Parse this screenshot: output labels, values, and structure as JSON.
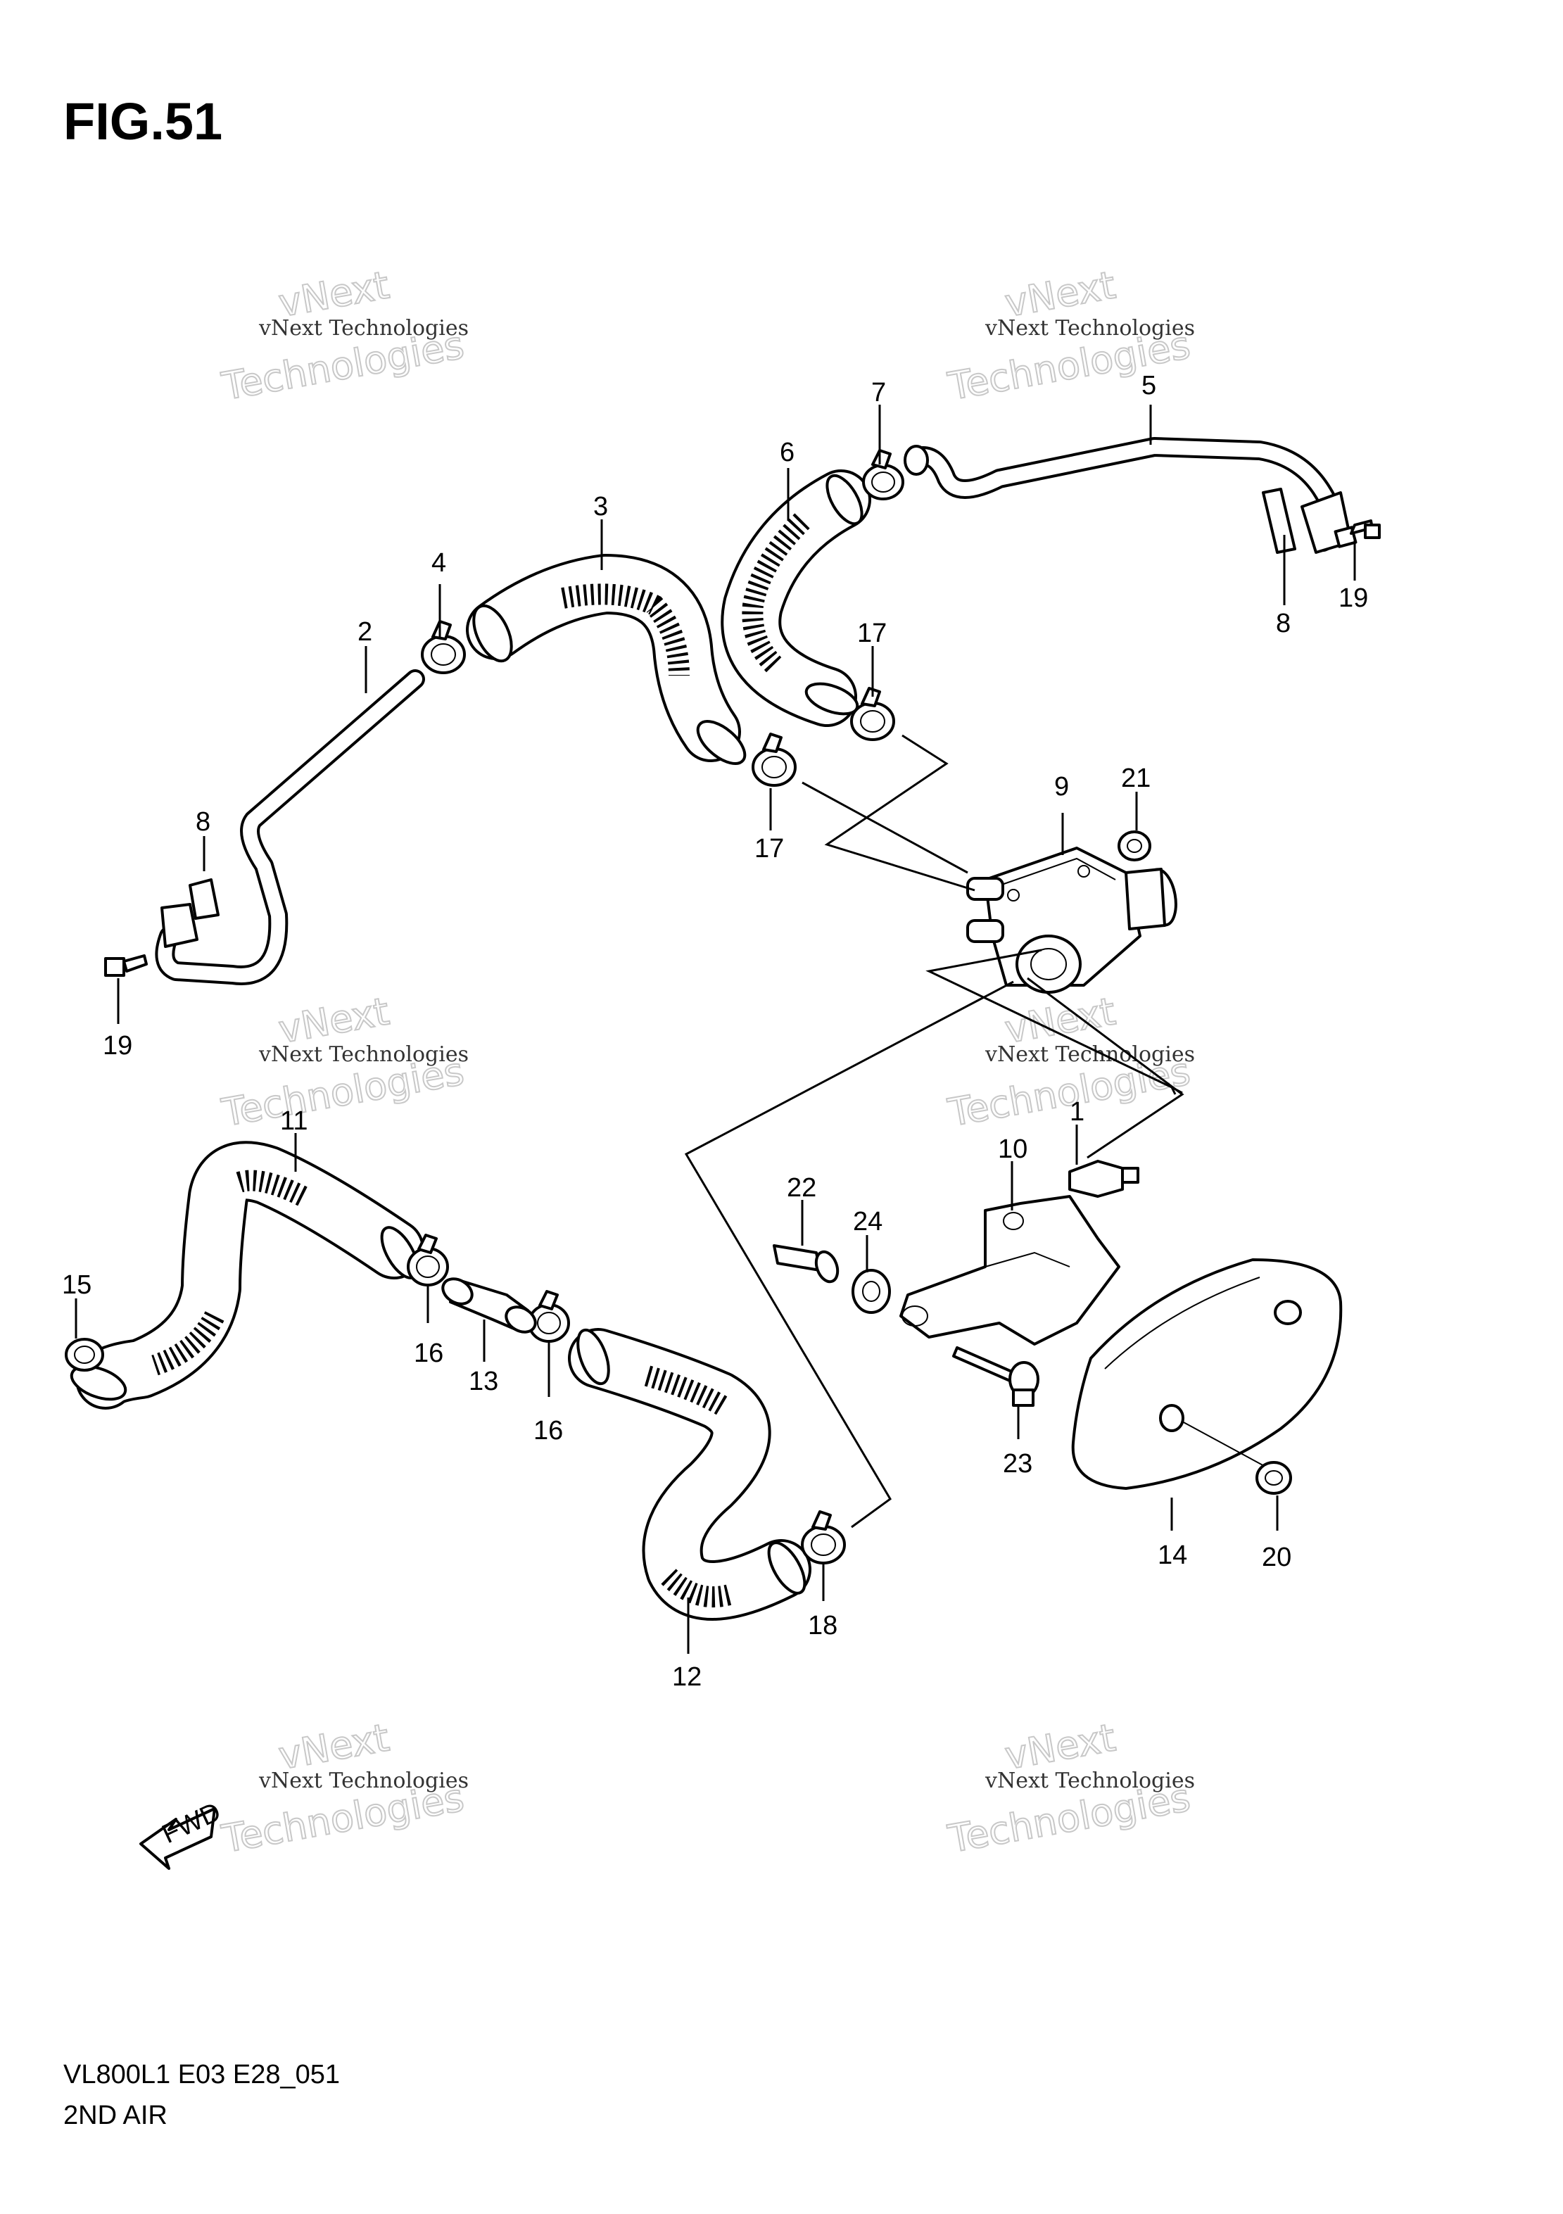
{
  "figure": {
    "title": "FIG.51",
    "model_code": "VL800L1 E03 E28_051",
    "section": "2ND AIR"
  },
  "watermark": {
    "line_small": "vNext Technologies",
    "line_big": "Technologies",
    "line_top": "vNext"
  },
  "fwd_label": "FWD",
  "callouts": {
    "c1": "1",
    "c2": "2",
    "c3": "3",
    "c4": "4",
    "c5": "5",
    "c6": "6",
    "c7": "7",
    "c8a": "8",
    "c8b": "8",
    "c9": "9",
    "c10": "10",
    "c11": "11",
    "c12": "12",
    "c13": "13",
    "c14": "14",
    "c15": "15",
    "c16a": "16",
    "c16b": "16",
    "c17a": "17",
    "c17b": "17",
    "c18": "18",
    "c19a": "19",
    "c19b": "19",
    "c20": "20",
    "c21": "21",
    "c22": "22",
    "c23": "23",
    "c24": "24"
  }
}
